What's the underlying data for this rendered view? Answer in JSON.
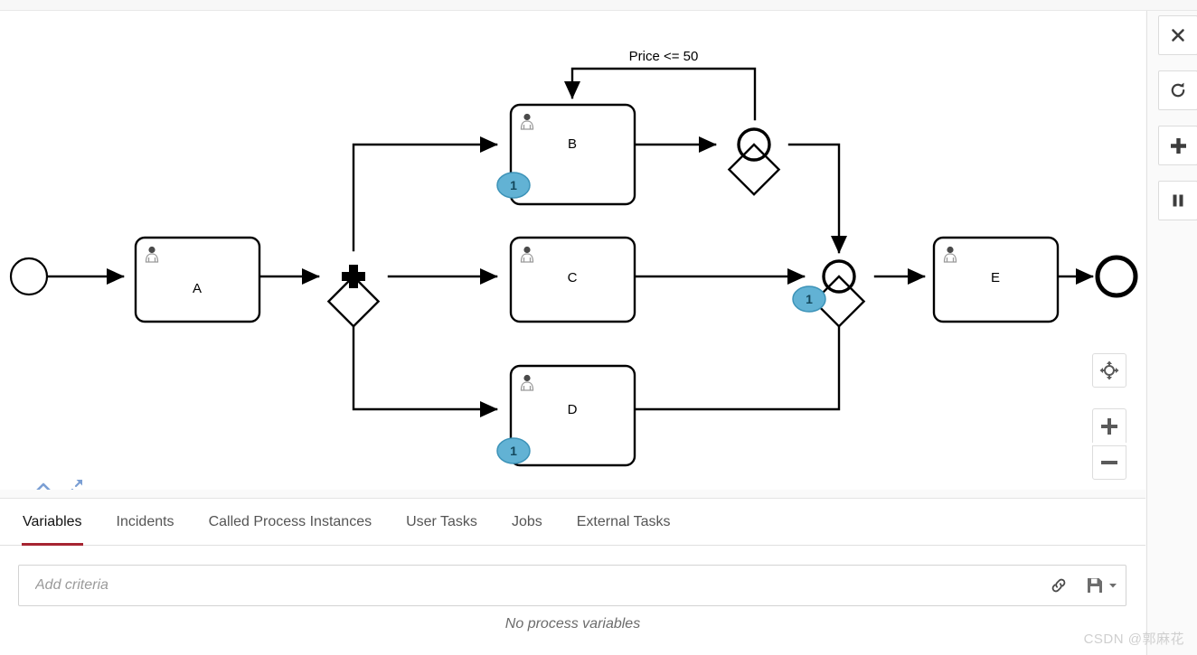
{
  "window": {
    "watermark": "CSDN @郭麻花"
  },
  "diagram": {
    "type": "bpmn-process-diagram",
    "edge_labels": [
      {
        "id": "loop-condition",
        "text": "Price <= 50"
      }
    ],
    "nodes": [
      {
        "id": "start-event",
        "kind": "start-event",
        "label": ""
      },
      {
        "id": "task-a",
        "kind": "user-task",
        "label": "A",
        "badge": null
      },
      {
        "id": "parallel-gateway",
        "kind": "parallel-gateway",
        "label": ""
      },
      {
        "id": "task-b",
        "kind": "user-task",
        "label": "B",
        "badge": "1"
      },
      {
        "id": "task-c",
        "kind": "user-task",
        "label": "C",
        "badge": null
      },
      {
        "id": "task-d",
        "kind": "user-task",
        "label": "D",
        "badge": "1"
      },
      {
        "id": "inclusive-gateway-1",
        "kind": "inclusive-gateway",
        "label": "",
        "badge": null
      },
      {
        "id": "inclusive-gateway-2",
        "kind": "inclusive-gateway",
        "label": "",
        "badge": "1"
      },
      {
        "id": "task-e",
        "kind": "user-task",
        "label": "E",
        "badge": null
      },
      {
        "id": "end-event",
        "kind": "end-event",
        "label": ""
      }
    ],
    "colors": {
      "stroke": "#000000",
      "badge_fill": "#62b2d4",
      "badge_stroke": "#3d93b8",
      "badge_text": "#14485c"
    },
    "controls": {
      "collapse": "collapse-diagram",
      "expand": "expand-diagram",
      "zoom_reset": "reset-zoom",
      "zoom_in": "zoom-in",
      "zoom_out": "zoom-out"
    }
  },
  "right_rail": {
    "buttons": [
      {
        "id": "close",
        "icon": "close-icon",
        "title": "Cancel"
      },
      {
        "id": "retry",
        "icon": "refresh-icon",
        "title": "Retry"
      },
      {
        "id": "add",
        "icon": "plus-icon",
        "title": "Add"
      },
      {
        "id": "suspend",
        "icon": "pause-icon",
        "title": "Suspend"
      }
    ]
  },
  "tabs": [
    {
      "id": "variables",
      "label": "Variables",
      "active": true
    },
    {
      "id": "incidents",
      "label": "Incidents",
      "active": false
    },
    {
      "id": "called-process-instances",
      "label": "Called Process Instances",
      "active": false
    },
    {
      "id": "user-tasks",
      "label": "User Tasks",
      "active": false
    },
    {
      "id": "jobs",
      "label": "Jobs",
      "active": false
    },
    {
      "id": "external-tasks",
      "label": "External Tasks",
      "active": false
    }
  ],
  "filter": {
    "placeholder": "Add criteria",
    "value": "",
    "link_icon": "link-icon",
    "save_icon": "save-icon"
  },
  "content": {
    "empty_message": "No process variables"
  }
}
